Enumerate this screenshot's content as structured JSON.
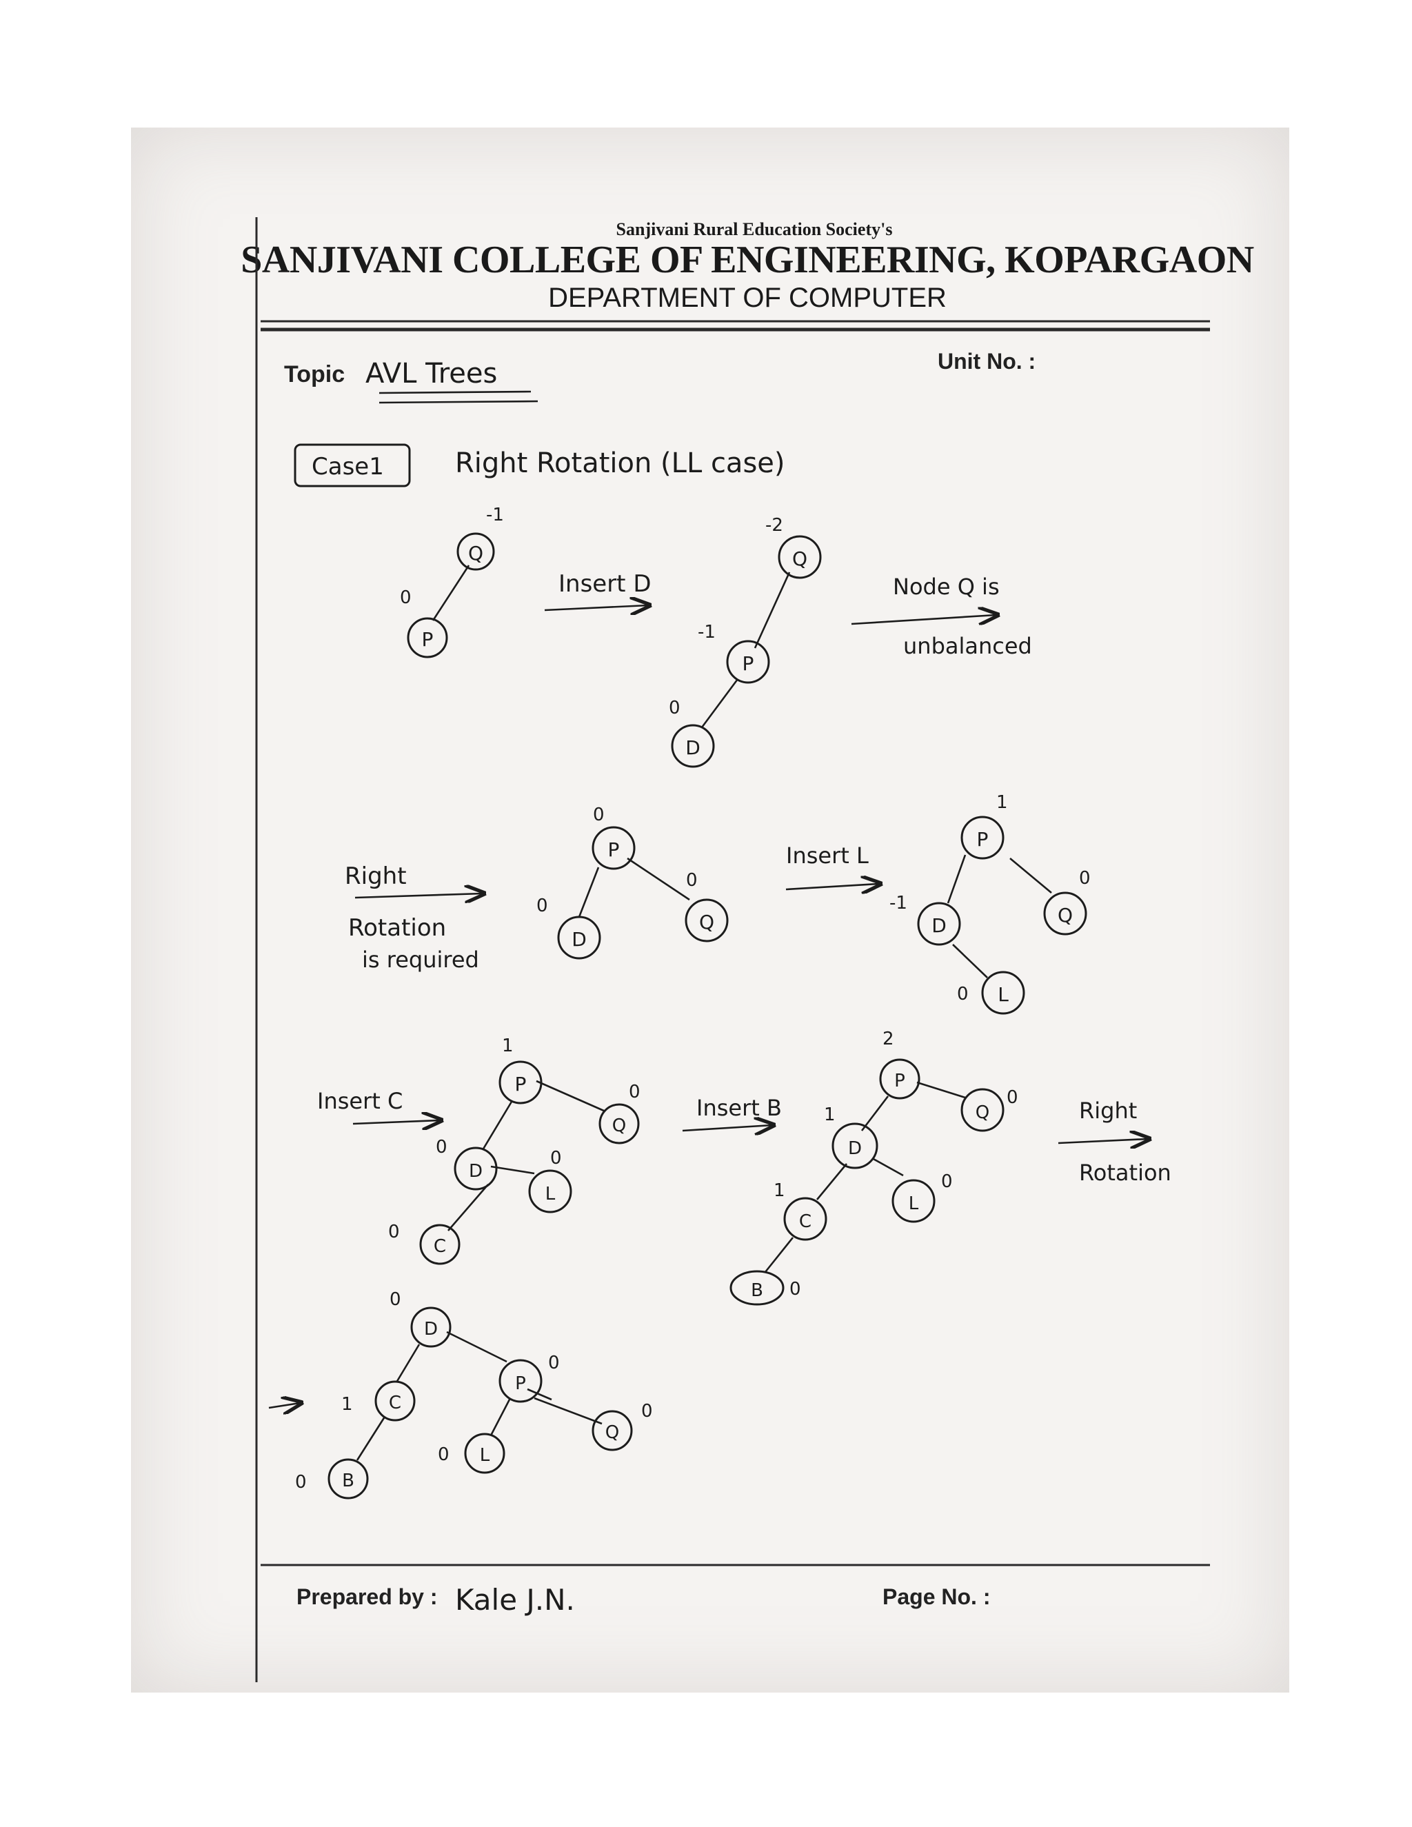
{
  "header": {
    "society": "Sanjivani Rural Education Society's",
    "college": "SANJIVANI COLLEGE OF ENGINEERING, KOPARGAON",
    "department": "DEPARTMENT OF COMPUTER",
    "topic_label": "Topic",
    "topic_value": "AVL Trees",
    "unit_label": "Unit No. :"
  },
  "footer": {
    "prepared_label": "Prepared by :",
    "prepared_value": "Kale J.N.",
    "page_label": "Page No. :"
  },
  "notes": {
    "case_box": "Case1",
    "heading": "Right Rotation (LL case)",
    "insert_d": "Insert D",
    "node_q_line1": "Node Q is",
    "node_q_line2": "unbalanced",
    "right_rotation_1": "Right",
    "right_rotation_2": "Rotation",
    "right_rotation_3": "is required",
    "insert_l": "Insert L",
    "insert_c": "Insert C",
    "insert_b": "Insert B",
    "right_rotation_b1": "Right",
    "right_rotation_b2": "Rotation"
  },
  "trees": [
    {
      "name": "tree-1",
      "nodes": [
        {
          "label": "Q",
          "balance": "-1"
        },
        {
          "label": "P",
          "balance": "0"
        }
      ]
    },
    {
      "name": "tree-2",
      "nodes": [
        {
          "label": "Q",
          "balance": "-2"
        },
        {
          "label": "P",
          "balance": "-1"
        },
        {
          "label": "D",
          "balance": "0"
        }
      ]
    },
    {
      "name": "tree-3",
      "nodes": [
        {
          "label": "P",
          "balance": "0"
        },
        {
          "label": "D",
          "balance": "0"
        },
        {
          "label": "Q",
          "balance": "0"
        }
      ]
    },
    {
      "name": "tree-4",
      "nodes": [
        {
          "label": "P",
          "balance": "1"
        },
        {
          "label": "D",
          "balance": "-1"
        },
        {
          "label": "Q",
          "balance": "0"
        },
        {
          "label": "L",
          "balance": "0"
        }
      ]
    },
    {
      "name": "tree-5",
      "nodes": [
        {
          "label": "P",
          "balance": "1"
        },
        {
          "label": "Q",
          "balance": "0"
        },
        {
          "label": "D",
          "balance": "0"
        },
        {
          "label": "L",
          "balance": "0"
        },
        {
          "label": "C",
          "balance": "0"
        }
      ]
    },
    {
      "name": "tree-6",
      "nodes": [
        {
          "label": "P",
          "balance": "2"
        },
        {
          "label": "D",
          "balance": "1"
        },
        {
          "label": "Q",
          "balance": "0"
        },
        {
          "label": "C",
          "balance": "1"
        },
        {
          "label": "L",
          "balance": "0"
        },
        {
          "label": "B",
          "balance": "0"
        }
      ]
    },
    {
      "name": "tree-7",
      "nodes": [
        {
          "label": "D",
          "balance": "0"
        },
        {
          "label": "C",
          "balance": "1"
        },
        {
          "label": "P",
          "balance": "0"
        },
        {
          "label": "Q",
          "balance": "0"
        },
        {
          "label": "L",
          "balance": "0"
        },
        {
          "label": "B",
          "balance": "0"
        }
      ]
    }
  ]
}
